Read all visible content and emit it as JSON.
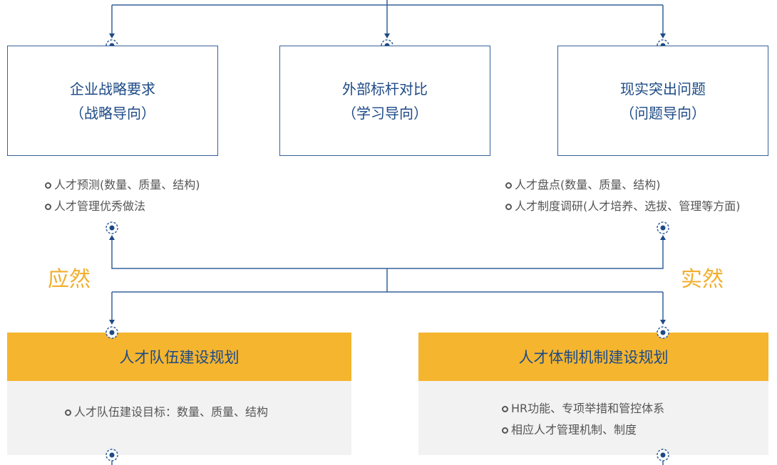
{
  "top_boxes": [
    {
      "title": "企业战略要求",
      "subtitle": "（战略导向）"
    },
    {
      "title": "外部标杆对比",
      "subtitle": "（学习导向）"
    },
    {
      "title": "现实突出问题",
      "subtitle": "（问题导向）"
    }
  ],
  "left_notes": [
    "人才预测(数量、质量、结构)",
    "人才管理优秀做法"
  ],
  "right_notes": [
    "人才盘点(数量、质量、结构)",
    "人才制度调研(人才培养、选拔、管理等方面)"
  ],
  "label_left": "应然",
  "label_right": "实然",
  "plans": [
    {
      "title": "人才队伍建设规划",
      "items": [
        "人才队伍建设目标：数量、质量、结构"
      ]
    },
    {
      "title": "人才体制机制建设规划",
      "items": [
        "HR功能、专项举措和管控体系",
        "相应人才管理机制、制度"
      ]
    }
  ],
  "colors": {
    "line": "#35619a",
    "accent": "#f5b52f",
    "label": "#f2ae2d",
    "text": "#1d4a86"
  }
}
